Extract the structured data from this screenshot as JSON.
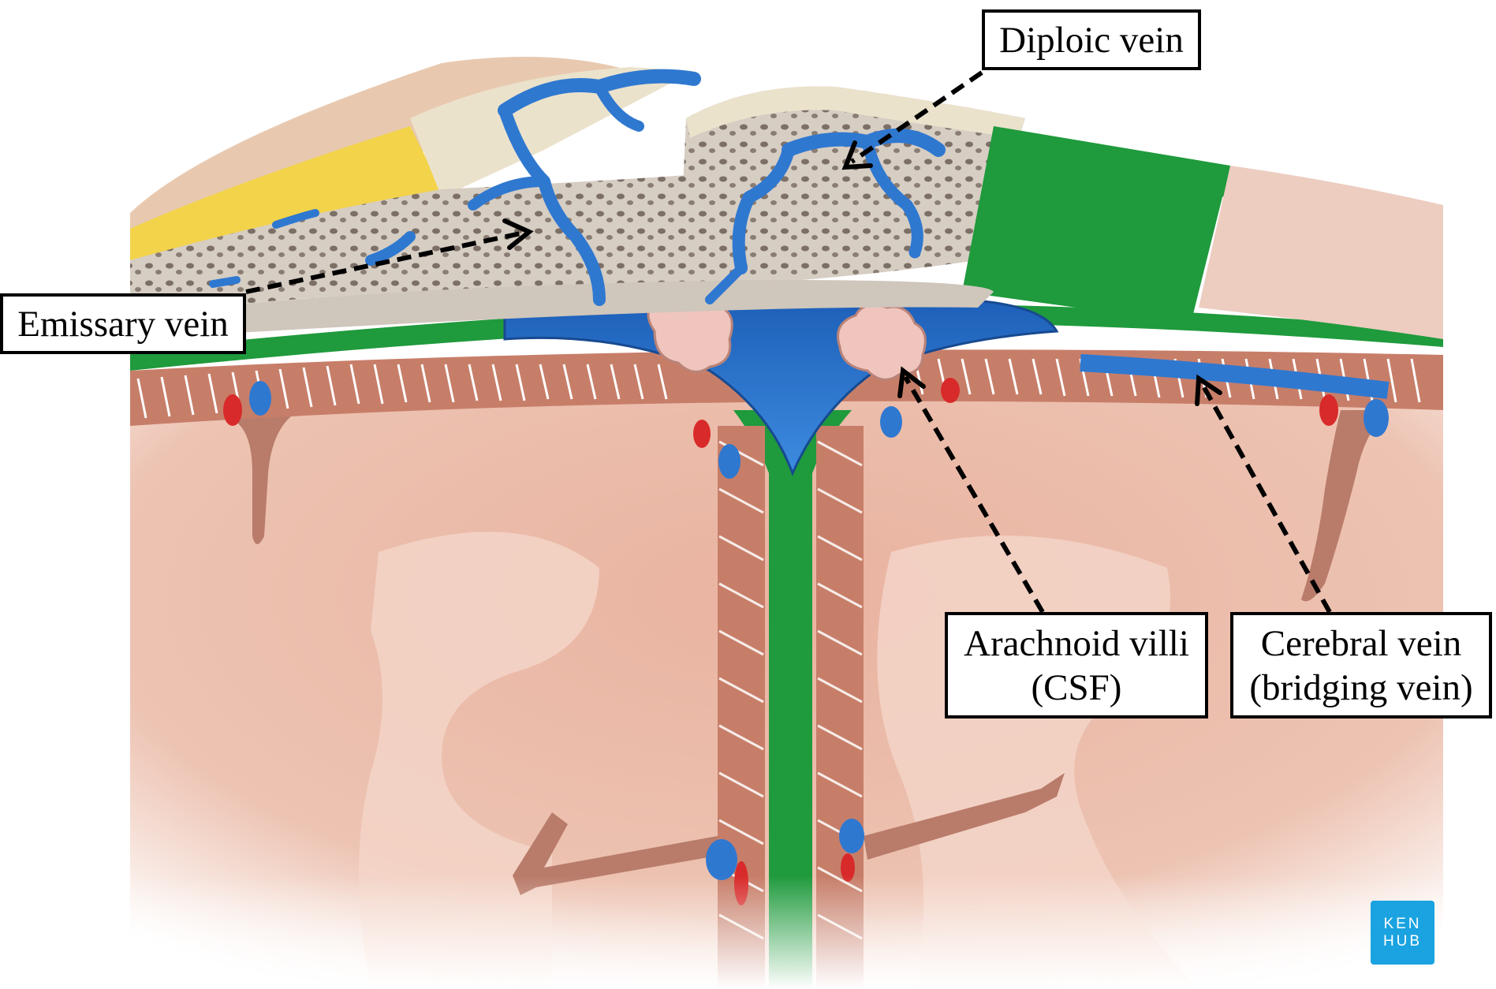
{
  "labels": {
    "diploic_vein": "Diploic vein",
    "emissary_vein": "Emissary vein",
    "arachnoid_villi_line1": "Arachnoid villi",
    "arachnoid_villi_line2": "(CSF)",
    "cerebral_vein_line1": "Cerebral vein",
    "cerebral_vein_line2": "(bridging vein)"
  },
  "logo": {
    "line1": "KEN",
    "line2": "HUB",
    "color": "#1aa3e0"
  },
  "colors": {
    "vein_blue": "#2f78d0",
    "dura_green": "#1f9a3c",
    "bone": "#cfc6bc",
    "scalp_fat": "#f2d34a",
    "skin": "#e8c9b0",
    "brain": "#e9b6a1",
    "artery_red": "#d82a2a",
    "arachnoid_pink": "#efc5bd"
  }
}
